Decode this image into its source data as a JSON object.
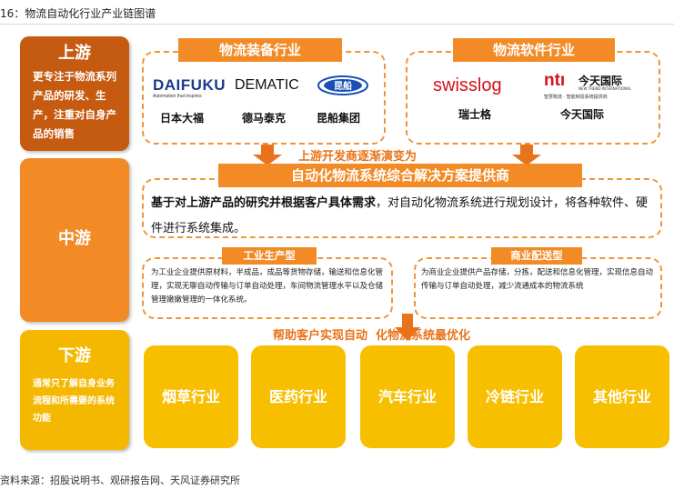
{
  "header": {
    "title": "16：物流自动化行业产业链图谱"
  },
  "tiers": {
    "upstream": {
      "name": "上游",
      "desc": "更专注于物流系列产品的研发、生产，注重对自身产品的销售"
    },
    "midstream": {
      "name": "中游"
    },
    "downstream": {
      "name": "下游",
      "desc": "通常只了解自身业务流程和所需要的系统功能"
    }
  },
  "upstream": {
    "equipment": {
      "title": "物流装备行业",
      "logos": {
        "daifuku": "DAIFUKU",
        "daifuku_tagline": "Automation that inspires",
        "dematic": "DEMATIC",
        "kunchuan": "昆船"
      },
      "companies": [
        "日本大福",
        "德马泰克",
        "昆船集团"
      ]
    },
    "software": {
      "title": "物流软件行业",
      "logos": {
        "swisslog": "swisslog",
        "nti_mark": "ntı",
        "nti_cn": "今天国际",
        "nti_en": "NEW TREND INTERNATIONAL",
        "nti_slogan": "智慧物流 · 智能制造系统提供商"
      },
      "companies": [
        "瑞士格",
        "今天国际"
      ]
    }
  },
  "midstream": {
    "transition": "上游开发商逐渐演变为",
    "title": "自动化物流系统综合解决方案提供商",
    "desc_bold": "基于对上游产品的研究并根据客户具体需求",
    "desc_rest": "，对自动化物流系统进行规划设计，将各种软件、硬件进行系统集成。",
    "industrial": {
      "title": "工业生产型",
      "desc": "为工业企业提供原材料，半成品，成品等货物存储，输送和信息化管理，实现无聊自动传输与订单自动处理，车间物流管理水平以及仓储管理嫩嫩管理的一体化系统。"
    },
    "commercial": {
      "title": "商业配送型",
      "desc": "为商业企业提供产品存储，分拣，配送和信息化管理，实现信息自动传输与订单自动处理，减少流通成本的物流系统"
    }
  },
  "downstream": {
    "caption": "帮助客户实现自动  化物流系统最优化",
    "industries": [
      "烟草行业",
      "医药行业",
      "汽车行业",
      "冷链行业",
      "其他行业"
    ]
  },
  "source": "资料来源：招股说明书、观研报告网、天风证券研究所",
  "colors": {
    "dark_orange": "#c55a11",
    "orange": "#f28a25",
    "yellow": "#f7bf00",
    "dash": "#f0943a",
    "text_orange": "#e8731a"
  }
}
